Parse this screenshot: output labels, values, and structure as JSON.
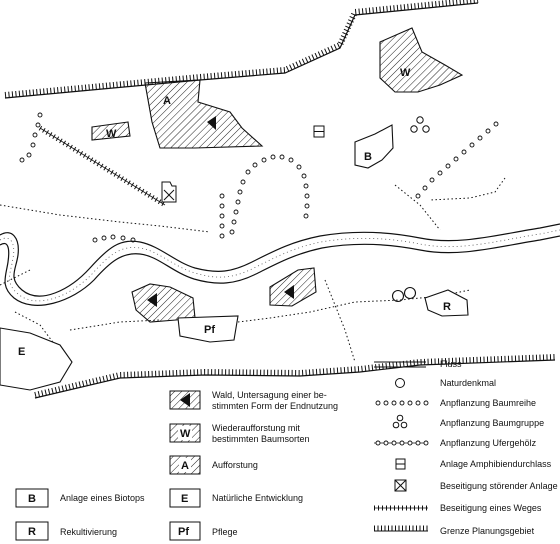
{
  "map_labels": {
    "a_top": "A",
    "w_top_right": "W",
    "w_left": "W",
    "b_right": "B",
    "e_left": "E",
    "pf_center": "Pf",
    "r_right": "R"
  },
  "legend": {
    "fluss": "Fluss",
    "naturdenkmal": "Naturdenkmal",
    "baumreihe": "Anpflanzung Baumreihe",
    "baumgruppe": "Anpflanzung Baumgruppe",
    "ufergehoelz": "Anpflanzung Ufergehölz",
    "amphibien": "Anlage Amphibiendurchlass",
    "stoerend": "Beseitigung störender Anlage",
    "weg": "Beseitigung eines Weges",
    "grenze": "Grenze Planungsgebiet",
    "wald_line1": "Wald, Untersagung einer be-",
    "wald_line2": "stimmten Form der Endnutzung",
    "wieder_line1": "Wiederaufforstung mit",
    "wieder_line2": "bestimmten Baumsorten",
    "wieder_code": "W",
    "aufforstung": "Aufforstung",
    "aufforstung_code": "A",
    "biotop_code": "B",
    "biotop": "Anlage eines Biotops",
    "natuerlich_code": "E",
    "natuerlich": "Natürliche Entwicklung",
    "rekult_code": "R",
    "rekult": "Rekultivierung",
    "pflege_code": "Pf",
    "pflege": "Pflege"
  }
}
